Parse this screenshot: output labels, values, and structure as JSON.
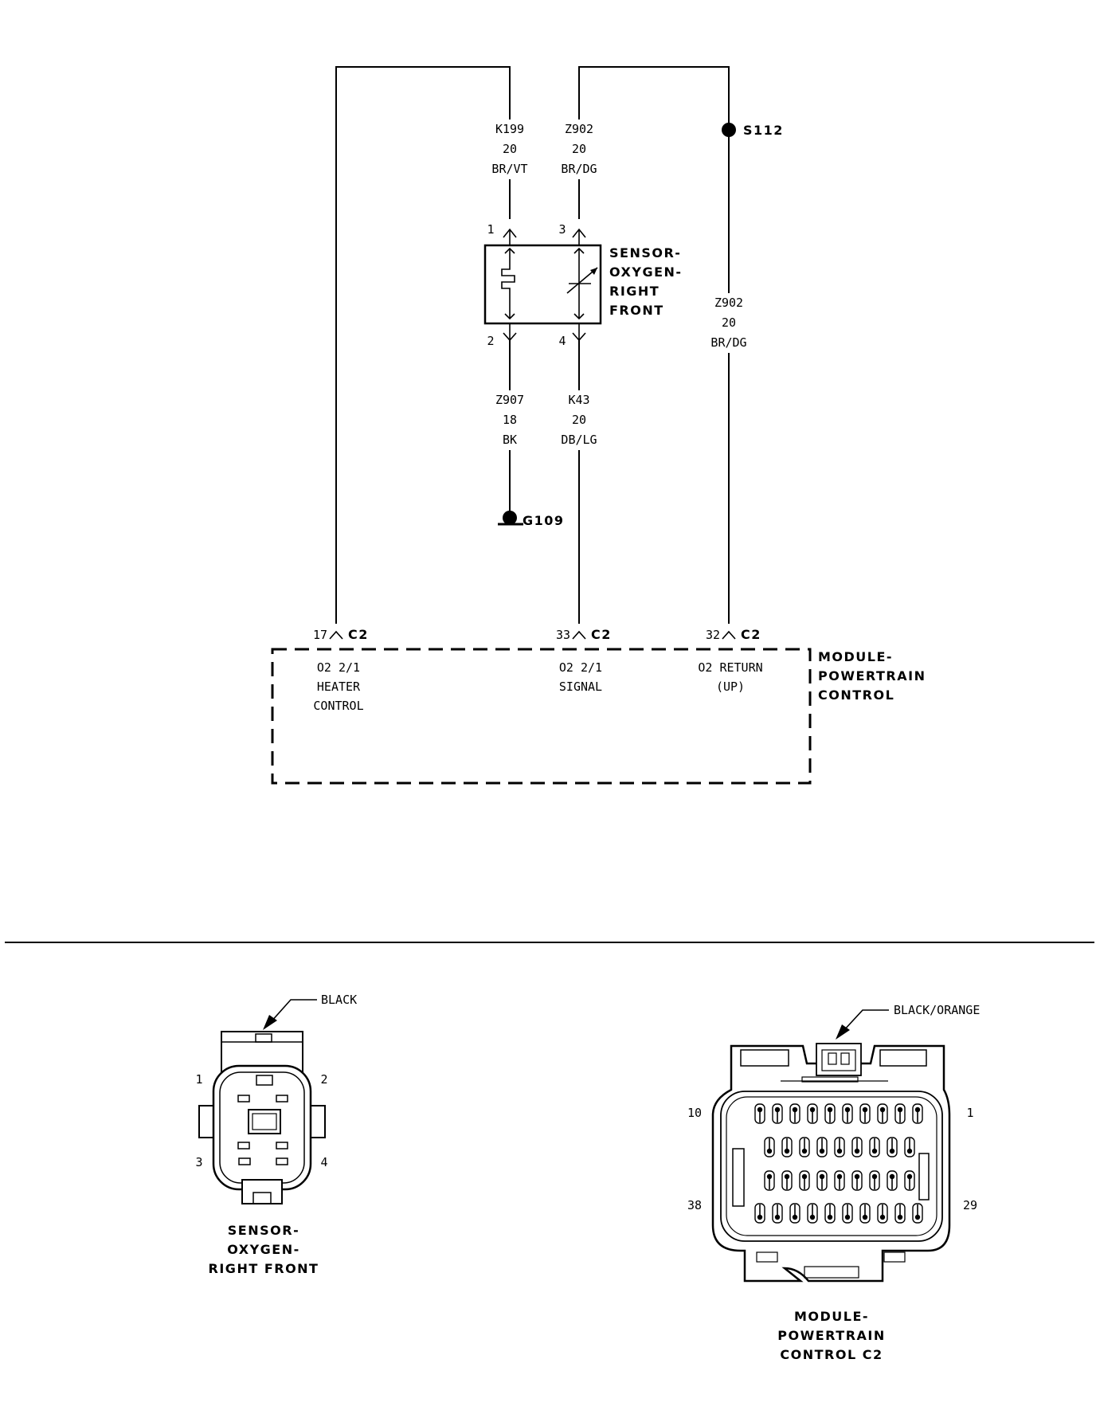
{
  "schematic": {
    "wires": {
      "k199": {
        "circuit": "K199",
        "gauge": "20",
        "color": "BR/VT"
      },
      "z902_top": {
        "circuit": "Z902",
        "gauge": "20",
        "color": "BR/DG"
      },
      "z902_right": {
        "circuit": "Z902",
        "gauge": "20",
        "color": "BR/DG"
      },
      "z907": {
        "circuit": "Z907",
        "gauge": "18",
        "color": "BK"
      },
      "k43": {
        "circuit": "K43",
        "gauge": "20",
        "color": "DB/LG"
      }
    },
    "splice": "S112",
    "ground": "G109",
    "sensor": {
      "name_lines": [
        "SENSOR-",
        "OXYGEN-",
        "RIGHT",
        "FRONT"
      ],
      "pins": {
        "p1": "1",
        "p2": "2",
        "p3": "3",
        "p4": "4"
      }
    },
    "pcm": {
      "name_lines": [
        "MODULE-",
        "POWERTRAIN",
        "CONTROL"
      ],
      "connector": "C2",
      "pins": {
        "heater": {
          "pin": "17",
          "desc_lines": [
            "O2 2/1",
            "HEATER",
            "CONTROL"
          ]
        },
        "signal": {
          "pin": "33",
          "desc_lines": [
            "O2 2/1",
            "SIGNAL"
          ]
        },
        "return": {
          "pin": "32",
          "desc_lines": [
            "O2 RETURN",
            "(UP)"
          ]
        }
      }
    }
  },
  "connector_views": {
    "sensor": {
      "color": "BLACK",
      "pins": {
        "p1": "1",
        "p2": "2",
        "p3": "3",
        "p4": "4"
      },
      "name_lines": [
        "SENSOR-",
        "OXYGEN-",
        "RIGHT FRONT"
      ]
    },
    "pcm": {
      "color": "BLACK/ORANGE",
      "pins": {
        "top_left": "10",
        "top_right": "1",
        "bottom_left": "38",
        "bottom_right": "29"
      },
      "name_lines": [
        "MODULE-",
        "POWERTRAIN",
        "CONTROL C2"
      ]
    }
  }
}
